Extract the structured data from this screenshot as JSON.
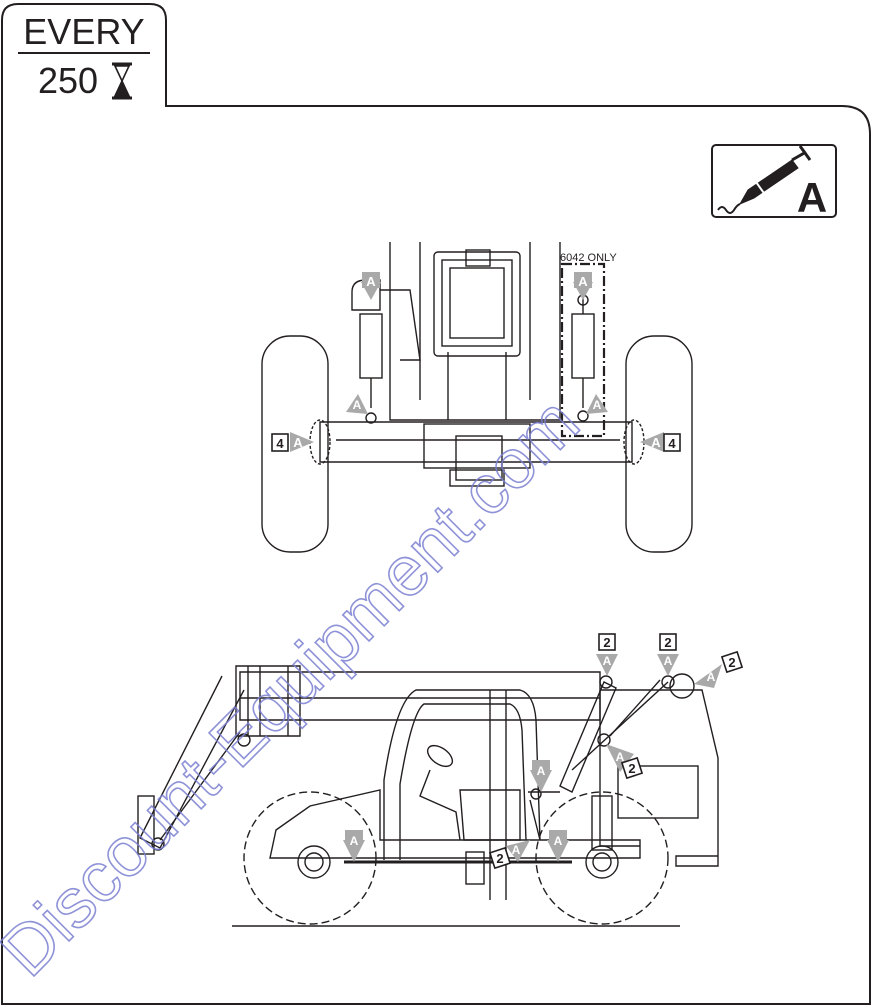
{
  "header": {
    "interval_word": "EVERY",
    "interval_value": "250",
    "hourglass_icon": "hourglass-icon"
  },
  "lube_symbol": {
    "icon": "grease-gun-icon",
    "letter": "A"
  },
  "front_view": {
    "note": "6042 ONLY",
    "marker_letter": "A",
    "count_left": "4",
    "count_right": "4"
  },
  "side_view": {
    "marker_letter": "A",
    "count_boom_1": "2",
    "count_boom_2": "2",
    "count_boom_3": "2",
    "count_cyl": "2",
    "count_driveshaft": "2"
  },
  "watermark": {
    "text": "Discount-Equipment.com",
    "color": "#7b7fd1"
  },
  "colors": {
    "line": "#231f20",
    "marker_grey": "#a9a9a9"
  }
}
